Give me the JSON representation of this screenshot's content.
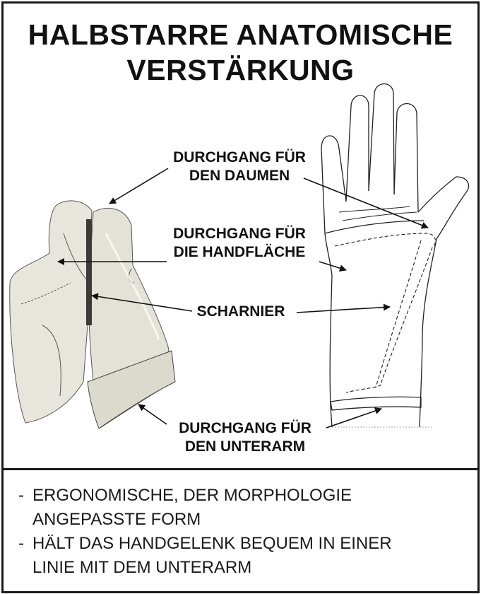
{
  "title": {
    "line1": "HALBSTARRE ANATOMISCHE",
    "line2": "VERSTÄRKUNG"
  },
  "labels": {
    "thumb": {
      "line1": "DURCHGANG FÜR",
      "line2": "DEN DAUMEN"
    },
    "palm": {
      "line1": "DURCHGANG FÜR",
      "line2": "DIE HANDFLÄCHE"
    },
    "hinge": {
      "line1": "SCHARNIER"
    },
    "forearm": {
      "line1": "DURCHGANG FÜR",
      "line2": "DEN UNTERARM"
    }
  },
  "features": [
    {
      "line1": "ERGONOMISCHE, DER MORPHOLOGIE",
      "line2": "ANGEPASSTE FORM"
    },
    {
      "line1": "HÄLT DAS HANDGELENK BEQUEM IN EINER",
      "line2": "LINIE MIT DEM UNTERARM"
    }
  ],
  "bullet_marker": "-",
  "colors": {
    "border": "#1a1a1a",
    "splint_fill": "#e8e6dc",
    "splint_shade": "#cfcbbd",
    "outline": "#222222"
  }
}
